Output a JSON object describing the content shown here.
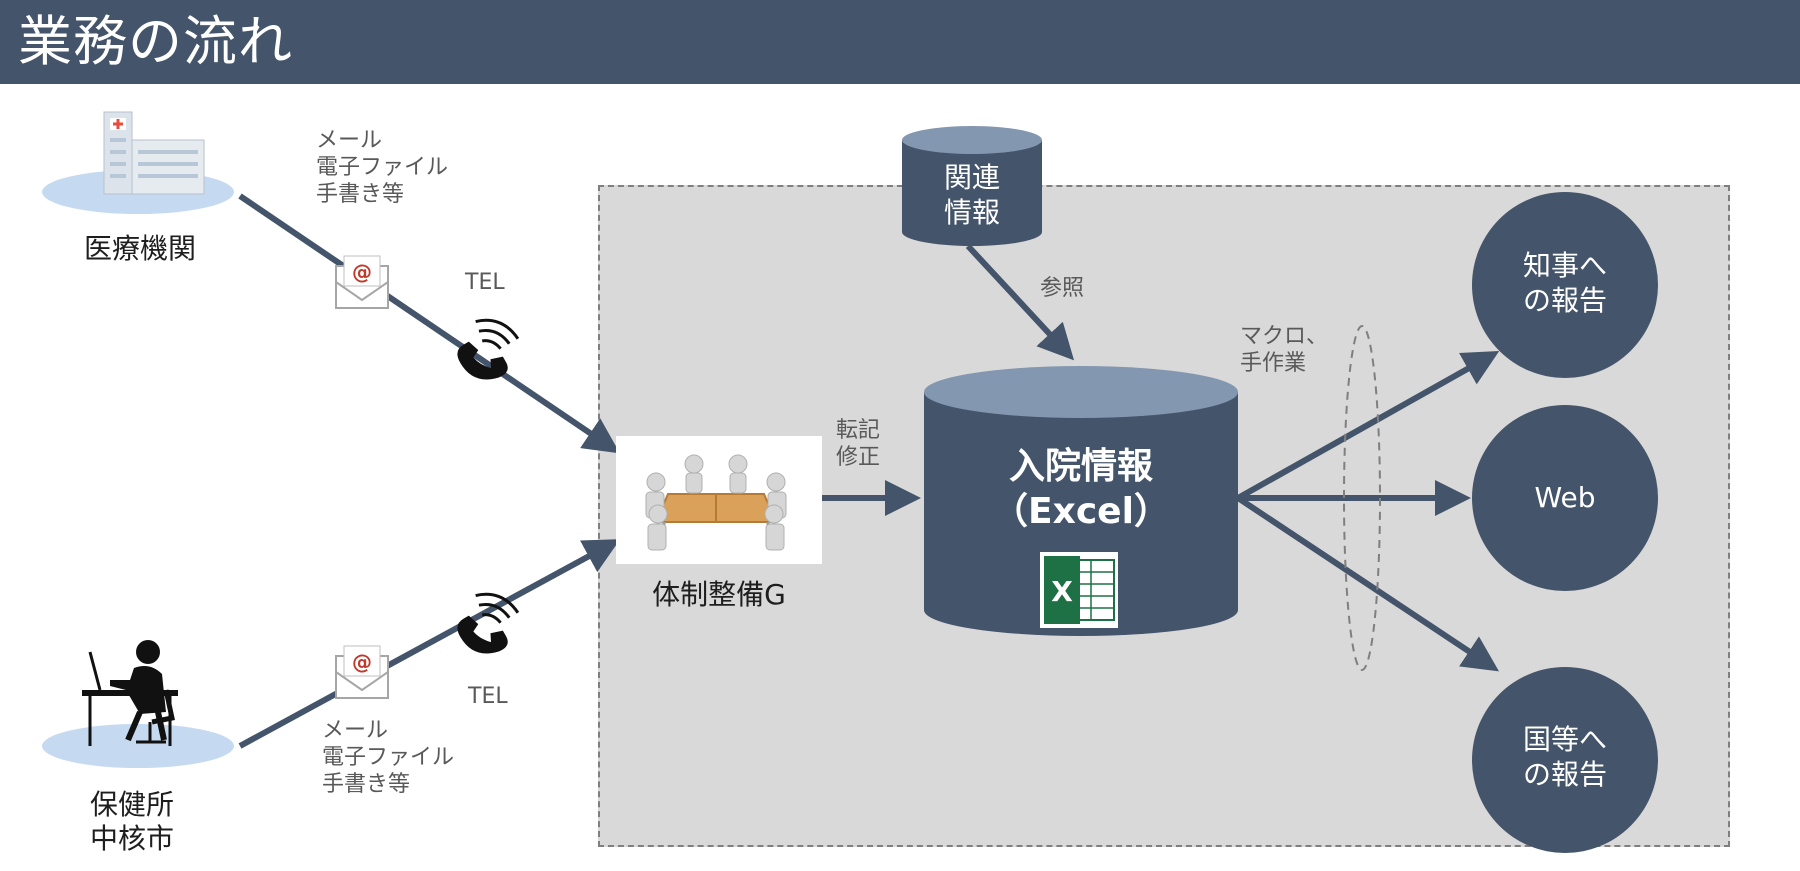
{
  "header": {
    "title": "業務の流れ"
  },
  "sources": {
    "hospital": {
      "label": "医療機関",
      "channels": [
        "メール",
        "電子ファイル",
        "手書き等"
      ],
      "phone": "TEL"
    },
    "health_center": {
      "label_lines": [
        "保健所",
        "中核市"
      ],
      "channels": [
        "メール",
        "電子ファイル",
        "手書き等"
      ],
      "phone": "TEL"
    }
  },
  "team": {
    "label": "体制整備G"
  },
  "transfer": {
    "lines": [
      "転記",
      "修正"
    ]
  },
  "related_db": {
    "lines": [
      "関連",
      "情報"
    ],
    "reference": "参照"
  },
  "main_db": {
    "lines": [
      "入院情報",
      "（Excel）"
    ]
  },
  "macro": {
    "lines": [
      "マクロ、",
      "手作業"
    ]
  },
  "outputs": [
    {
      "lines": [
        "知事へ",
        "の報告"
      ]
    },
    {
      "lines": [
        "Web"
      ]
    },
    {
      "lines": [
        "国等へ",
        "の報告"
      ]
    }
  ],
  "colors": {
    "header": "#44546a",
    "node": "#44546a",
    "connector": "#44546a",
    "process_area": "#d9d9d9",
    "platform": "#c5d9f1",
    "excel_green": "#1e7145",
    "mail_at": "#c0392b"
  },
  "icons": {
    "hospital": "hospital-building-icon",
    "person": "person-at-desk-icon",
    "mail": "mail-envelope-icon",
    "phone": "telephone-icon",
    "meeting": "meeting-table-icon",
    "excel": "excel-icon"
  }
}
